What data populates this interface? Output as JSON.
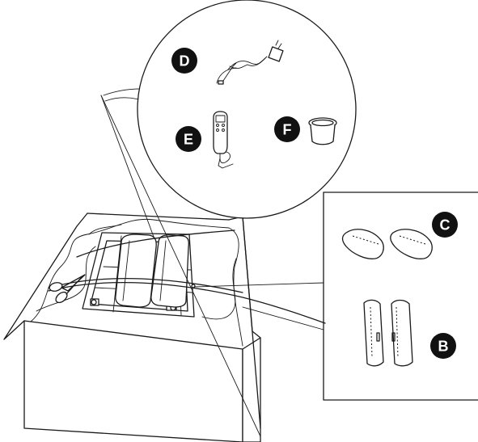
{
  "labels": {
    "b": "B",
    "c": "C",
    "d": "D",
    "e": "E",
    "f": "F"
  },
  "colors": {
    "line": "#1a1a1a",
    "badge": "#111111",
    "background": "#ffffff"
  }
}
